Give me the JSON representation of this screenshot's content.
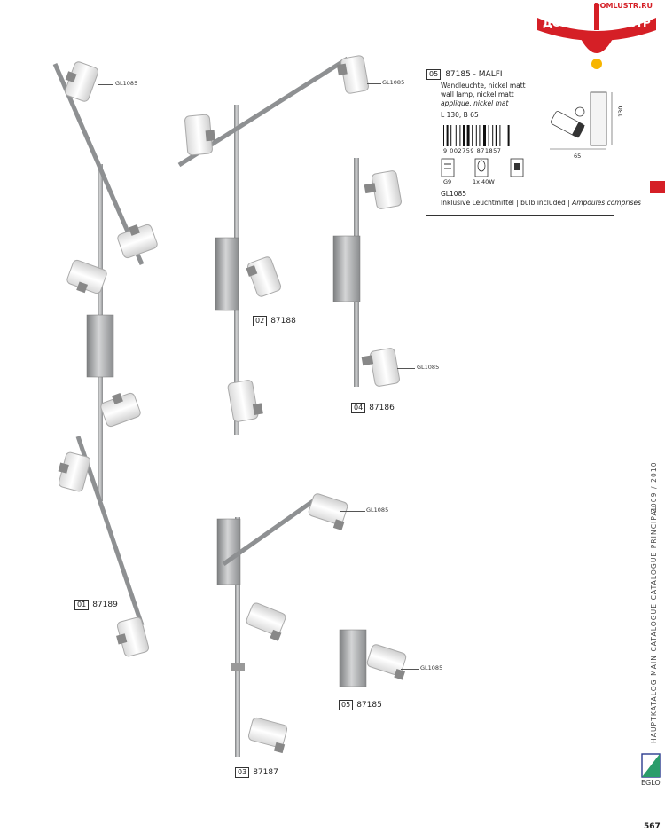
{
  "logo": {
    "site": "DOMLUSTR.RU",
    "left_word": "ДОМ",
    "right_word": "ЛЮСТР"
  },
  "products": {
    "p01": {
      "num": "01",
      "code": "87189"
    },
    "p02": {
      "num": "02",
      "code": "87188"
    },
    "p03": {
      "num": "03",
      "code": "87187"
    },
    "p04": {
      "num": "04",
      "code": "87186"
    },
    "p05": {
      "num": "05",
      "code": "87185"
    }
  },
  "glass_code": "GL1085",
  "info": {
    "num": "05",
    "title": "87185   -   MALFI",
    "line1": "Wandleuchte, nickel matt",
    "line2": "wall lamp, nickel matt",
    "line3": "applique, nickel mat",
    "dims": "L 130, B 65",
    "barcode": "9 002759 871857",
    "bulb_type": "G9",
    "bulb_power": "1x 40W",
    "glass": "GL1085",
    "bulb_note_de": "Inklusive Leuchtmittel",
    "bulb_note_en": "bulb included",
    "bulb_note_fr": "Ampoules comprises"
  },
  "dimension_drawing": {
    "height": "130",
    "width": "65"
  },
  "sidebar": {
    "catalog": "HAUPTKATALOG   MAIN CATALOGUE   CATALOGUE PRINCIPAL",
    "years": "2009 / 2010",
    "brand": "EGLO"
  },
  "page_number": "567",
  "colors": {
    "accent_red": "#d51f26",
    "nickel": "#a9abad",
    "glass": "#f1f1f1"
  }
}
